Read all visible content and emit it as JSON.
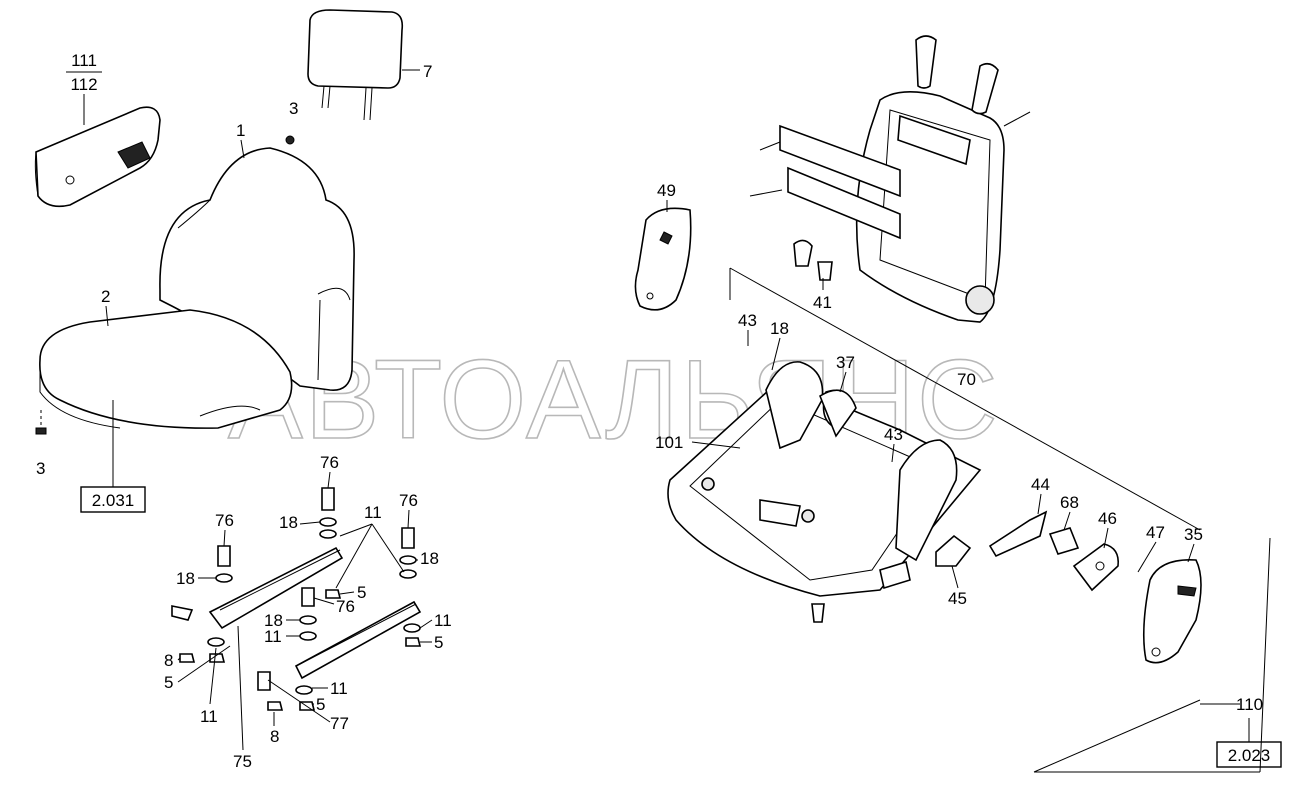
{
  "watermark": "АВТОАЛЬЯНС",
  "references": {
    "seat_cushion_ref": "2.031",
    "side_cover_ref": "2.023"
  },
  "armrest_label_top": "111",
  "armrest_label_bottom": "112",
  "callouts": [
    "7",
    "3",
    "1",
    "2",
    "3",
    "49",
    "41",
    "43",
    "18",
    "37",
    "70",
    "101",
    "43",
    "44",
    "68",
    "46",
    "47",
    "35",
    "45",
    "110",
    "76",
    "76",
    "76",
    "18",
    "18",
    "18",
    "11",
    "11",
    "11",
    "11",
    "11",
    "18",
    "76",
    "5",
    "5",
    "5",
    "5",
    "8",
    "8",
    "75",
    "77"
  ]
}
